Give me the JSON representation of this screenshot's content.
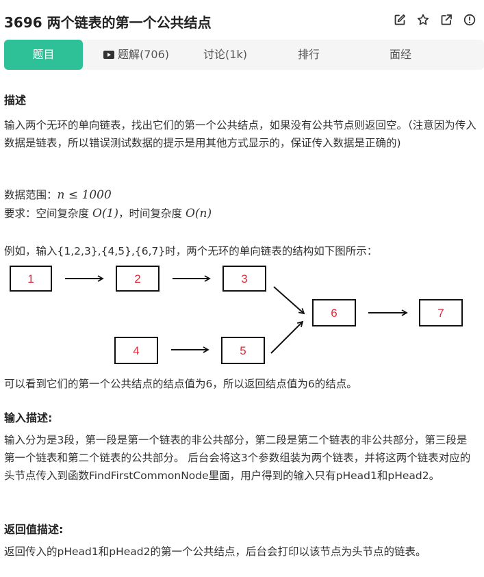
{
  "header": {
    "title": "3696  两个链表的第一个公共结点",
    "icons": [
      "edit-icon",
      "star-icon",
      "open-external-icon",
      "info-icon"
    ]
  },
  "tabs": [
    {
      "label": "题目",
      "active": true
    },
    {
      "label": "题解(706)",
      "icon": "video-icon"
    },
    {
      "label": "讨论(1k)"
    },
    {
      "label": "排行"
    },
    {
      "label": "面经"
    }
  ],
  "description": {
    "heading": "描述",
    "p1": "输入两个无环的单向链表，找出它们的第一个公共结点，如果没有公共节点则返回空。（注意因为传入数据是链表，所以错误测试数据的提示是用其他方式显示的，保证传入数据是正确的)",
    "range_label": "数据范围：",
    "range_math": "n ≤ 1000",
    "req_label": "要求：空间复杂度",
    "req_math1": "O(1)",
    "req_mid": "，时间复杂度",
    "req_math2": "O(n)",
    "example": "例如，输入{1,2,3},{4,5},{6,7}时，两个无环的单向链表的结构如下图所示：",
    "after": "可以看到它们的第一个公共结点的结点值为6，所以返回结点值为6的结点。"
  },
  "diagram": {
    "nodes": [
      "1",
      "2",
      "3",
      "4",
      "5",
      "6",
      "7"
    ],
    "node_color": "#e0283c"
  },
  "input_section": {
    "heading": "输入描述:",
    "text": "输入分为是3段，第一段是第一个链表的非公共部分，第二段是第二个链表的非公共部分，第三段是第一个链表和第二个链表的公共部分。 后台会将这3个参数组装为两个链表，并将这两个链表对应的头节点传入到函数FindFirstCommonNode里面，用户得到的输入只有pHead1和pHead2。"
  },
  "return_section": {
    "heading": "返回值描述:",
    "text": "返回传入的pHead1和pHead2的第一个公共结点，后台会打印以该节点为头节点的链表。"
  },
  "colors": {
    "accent": "#2ec097",
    "tab_bg": "#f5f5f6"
  }
}
